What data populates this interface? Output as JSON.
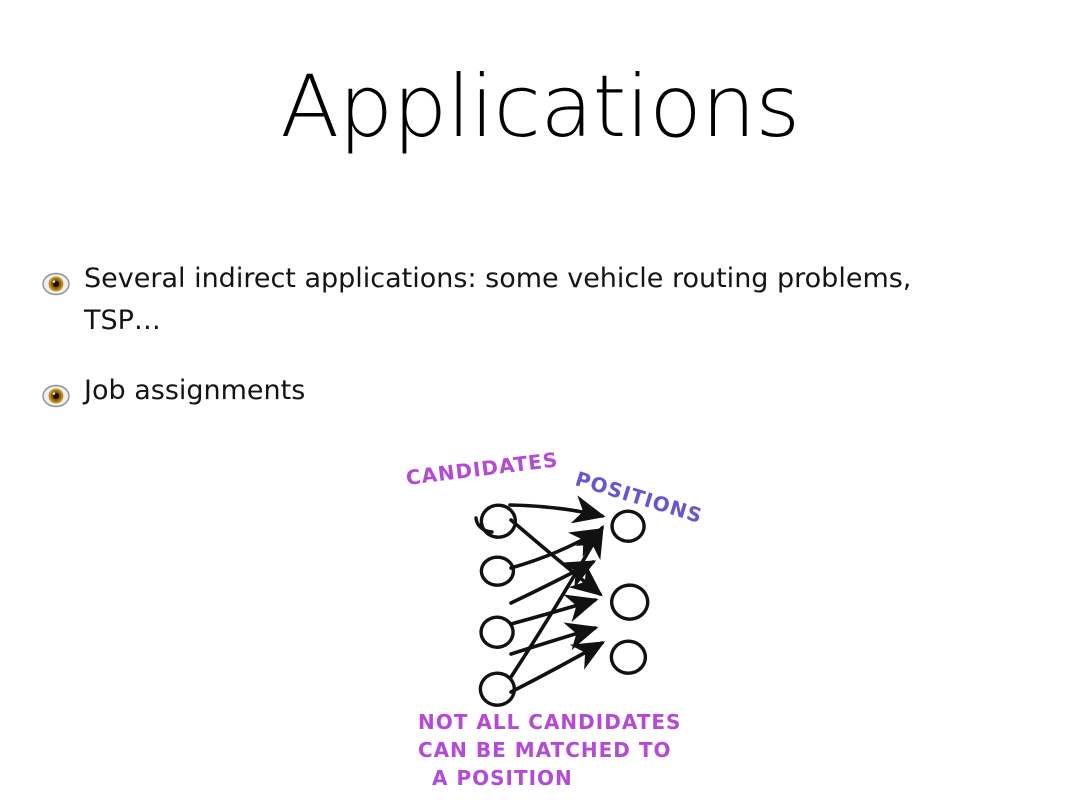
{
  "slide": {
    "title": "Applications",
    "background_color": "#ffffff",
    "text_color": "#000000"
  },
  "bullets": [
    {
      "icon": "eye-icon",
      "lines": [
        "Several indirect applications: some vehicle routing problems,",
        "TSP…"
      ],
      "text": "Several indirect applications: some vehicle routing problems, TSP…"
    },
    {
      "icon": "eye-icon",
      "lines": [
        "Job assignments"
      ],
      "text": "Job assignments"
    }
  ],
  "figure": {
    "name": "bipartite-matching-sketch",
    "left_label": "CANDIDATES",
    "right_label": "POSITIONS",
    "left_label_color": "#b44ad6",
    "right_label_color": "#6a54cf",
    "caption_color": "#b54ad6",
    "caption_lines": [
      "NOT ALL CANDIDATES",
      "CAN BE MATCHED TO",
      "A POSITION"
    ],
    "caption": "NOT ALL CANDIDATES CAN BE MATCHED TO A POSITION",
    "left_node_count": 4,
    "right_node_count": 3,
    "edge_count": 7
  },
  "icons": {
    "eye_outer_color": "#f2f2f2",
    "eye_shade_color": "#9a9a9a",
    "eye_iris_color": "#c08a18",
    "eye_iris_inner_color": "#6d4410",
    "eye_pupil_color": "#1a1008"
  }
}
